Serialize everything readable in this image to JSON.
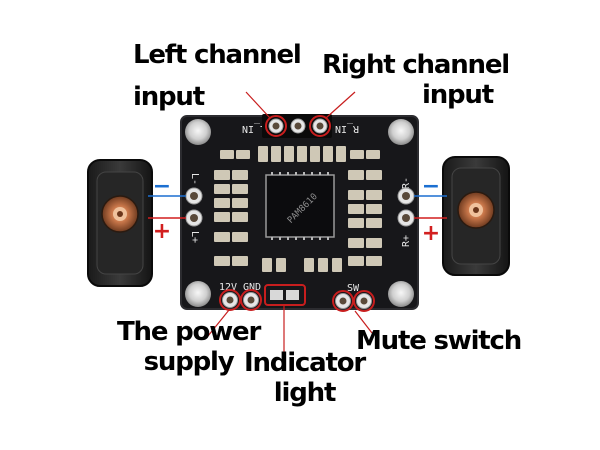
{
  "callouts": {
    "left_channel": {
      "line1": "Left channel",
      "line2": "input"
    },
    "right_channel": {
      "line1": "Right channel",
      "line2": "input"
    },
    "power_supply": {
      "line1": "The power",
      "line2": "supply"
    },
    "indicator": {
      "line1": "Indicator",
      "line2": "light"
    },
    "mute": {
      "line1": "Mute switch"
    }
  },
  "board": {
    "silkscreen": {
      "left_in": "L_IN",
      "right_in": "R_IN",
      "left_minus": "L-",
      "left_plus": "L+",
      "right_minus": "R-",
      "right_plus": "R+",
      "power_12v": "12V",
      "gnd": "GND",
      "mute": "SW"
    },
    "chip_marking": "PAM8610"
  },
  "polarity": {
    "minus": "−",
    "plus": "+"
  },
  "colors": {
    "board": "#17171a",
    "highlight_circle": "#c81e1e",
    "minus": "#1b6fd1",
    "plus": "#d21f1f"
  }
}
